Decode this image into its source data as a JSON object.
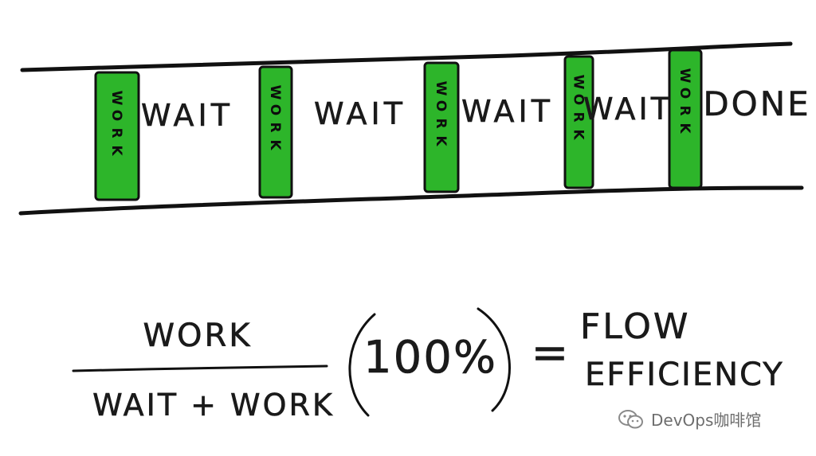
{
  "diagram": {
    "segments": [
      {
        "type": "work",
        "label": "WORK"
      },
      {
        "type": "wait",
        "label": "WAIT"
      },
      {
        "type": "work",
        "label": "WORK"
      },
      {
        "type": "wait",
        "label": "WAIT"
      },
      {
        "type": "work",
        "label": "WORK"
      },
      {
        "type": "wait",
        "label": "WAIT"
      },
      {
        "type": "work",
        "label": "WORK"
      },
      {
        "type": "wait",
        "label": "WAIT"
      },
      {
        "type": "work",
        "label": "WORK"
      },
      {
        "type": "done",
        "label": "DONE"
      }
    ],
    "work_color": "#2db52a",
    "line_color": "#111111"
  },
  "formula": {
    "numerator": "WORK",
    "denominator": "WAIT + WORK",
    "multiplier": "100%",
    "equals": "=",
    "result_line1": "FLOW",
    "result_line2": "EFFICIENCY"
  },
  "watermark": {
    "text": "DevOps咖啡馆",
    "icon": "wechat-icon"
  }
}
